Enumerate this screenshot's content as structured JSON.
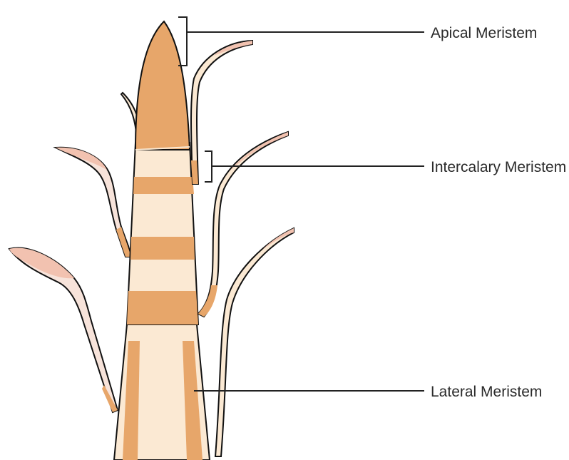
{
  "labels": {
    "apical": "Apical Meristem",
    "intercalary": "Intercalary Meristem",
    "lateral": "Lateral Meristem"
  },
  "colors": {
    "meristem": "#E7A66A",
    "tissue": "#FBE9D3",
    "outline": "#111111",
    "leaf_tip": "#F2C2B0",
    "leaf_fill": "#F7E3DA",
    "leader_line": "#222222",
    "background": "#FFFFFF"
  }
}
